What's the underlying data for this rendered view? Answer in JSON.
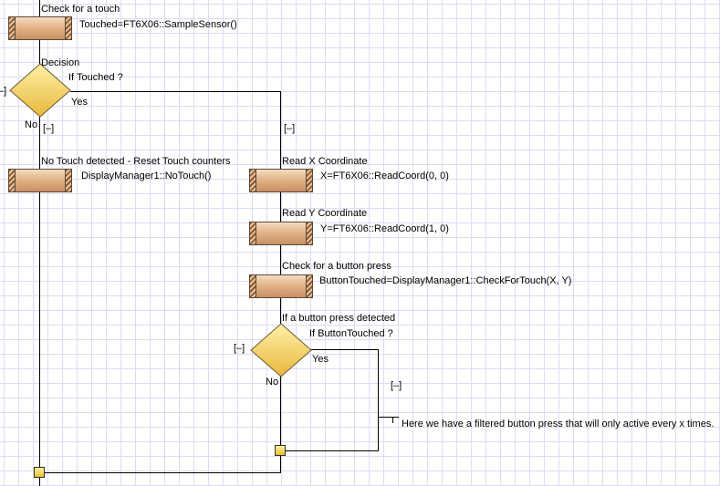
{
  "collapse_marker": "[–]",
  "nodes": {
    "check_touch": {
      "title": "Check for a touch",
      "code": "Touched=FT6X06::SampleSensor()"
    },
    "decision_touch": {
      "title": "Decision",
      "condition": "If  Touched ?",
      "yes": "Yes",
      "no": "No"
    },
    "no_touch": {
      "title": "No Touch detected - Reset Touch counters",
      "code": "DisplayManager1::NoTouch()"
    },
    "read_x": {
      "title": "Read X Coordinate",
      "code": "X=FT6X06::ReadCoord(0, 0)"
    },
    "read_y": {
      "title": "Read Y Coordinate",
      "code": "Y=FT6X06::ReadCoord(1, 0)"
    },
    "check_button": {
      "title": "Check for a button press",
      "code": "ButtonTouched=DisplayManager1::CheckForTouch(X, Y)"
    },
    "decision_button": {
      "title": "If a button press detected",
      "condition": "If  ButtonTouched ?",
      "yes": "Yes",
      "no": "No"
    },
    "comment": {
      "text": "Here we have a filtered button press that will only active every x times."
    }
  },
  "colors": {
    "grid": "#dcdcf0",
    "block_top": "#f4dcc2",
    "block_bottom": "#c78f63",
    "decision_fill": "#f5d36a",
    "join_fill": "#f0cf4a",
    "wire": "#000000"
  }
}
